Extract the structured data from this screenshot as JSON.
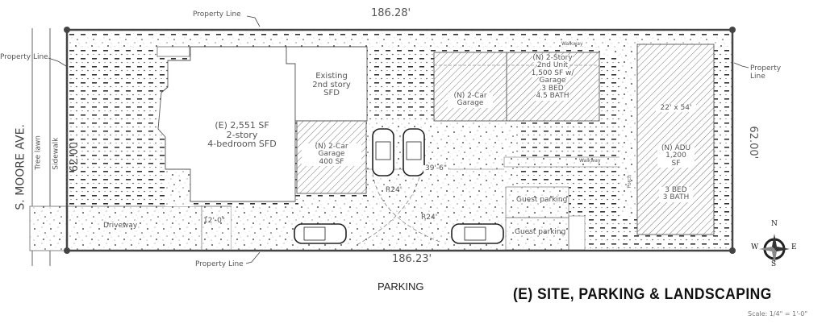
{
  "drawing": {
    "title": "(E) SITE, PARKING & LANDSCAPING",
    "scale": "Scale: 1/4\" = 1'-0\"",
    "caption": "PARKING"
  },
  "dimensions": {
    "top_length": "186.28'",
    "bottom_length": "186.23'",
    "left_width": "62.00'",
    "right_width": "62.00'",
    "driveway_width": "12'-0\"",
    "aisle_length": "39'-6\"",
    "turn_radius_1": "R24'",
    "turn_radius_2": "R24'",
    "adu_size": "22' x 54'"
  },
  "labels": {
    "street": "S. MOORE AVE.",
    "tree_lawn": "Tree lawn",
    "sidewalk": "Sidewalk",
    "driveway": "Driveway",
    "property_line_top": "Property Line",
    "property_line_left": "Property Line",
    "property_line_bottom": "Property Line",
    "property_line_right_1": "Property",
    "property_line_right_2": "Line",
    "walkway_top": "Walkway",
    "walkway_mid": "Walkway",
    "porch": "Porch",
    "guest_parking_1": "Guest parking",
    "guest_parking_2": "Guest parking"
  },
  "buildings": {
    "main_house": [
      "(E) 2,551 SF",
      "2-story",
      "4-bedroom SFD"
    ],
    "existing_second_story": [
      "Existing",
      "2nd story",
      "SFD"
    ],
    "garage_400": [
      "(N) 2-Car",
      "Garage",
      "400 SF"
    ],
    "garage_rear": [
      "(N) 2-Car",
      "Garage"
    ],
    "second_unit": [
      "(N) 2-Story",
      "2nd Unit",
      "1,500 SF w/",
      "Garage",
      "3 BED",
      "4.5 BATH"
    ],
    "adu": [
      "(N) ADU",
      "1,200",
      "SF",
      "3 BED",
      "3 BATH"
    ]
  },
  "compass": {
    "n": "N",
    "s": "S",
    "e": "E",
    "w": "W"
  },
  "colors": {
    "line": "#555555",
    "property_line": "#444444",
    "hatch": "#888888",
    "title": "#111111"
  }
}
